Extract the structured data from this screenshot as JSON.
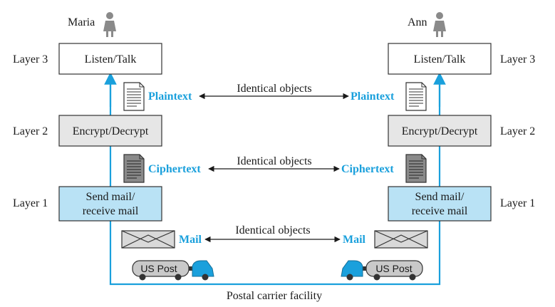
{
  "people": {
    "left": "Maria",
    "right": "Ann"
  },
  "layers": {
    "layer3": "Layer 3",
    "layer2": "Layer 2",
    "layer1": "Layer 1"
  },
  "boxes": {
    "listen_talk": "Listen/Talk",
    "encrypt_decrypt": "Encrypt/Decrypt",
    "send_mail_line1": "Send mail/",
    "send_mail_line2": "receive mail"
  },
  "objects": {
    "plaintext": "Plaintext",
    "ciphertext": "Ciphertext",
    "mail": "Mail",
    "identical": "Identical objects"
  },
  "transport": {
    "bus_label": "US Post",
    "facility": "Postal carrier facility"
  },
  "colors": {
    "accent": "#1aa0dc",
    "layer1_fill": "#b9e2f5",
    "layer2_fill": "#e6e6e6"
  }
}
